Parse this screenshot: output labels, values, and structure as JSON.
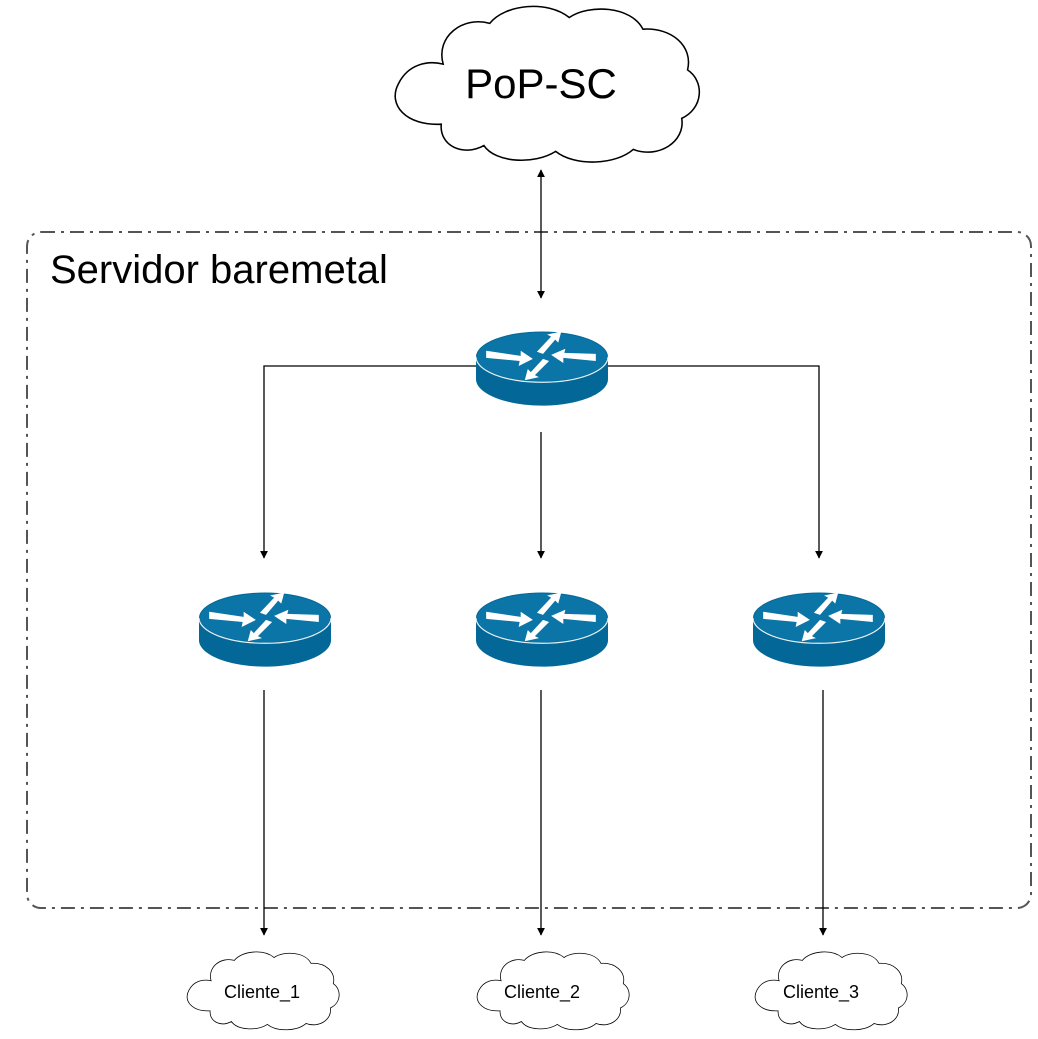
{
  "diagram": {
    "group_label": "Servidor baremetal",
    "top_cloud_label": "PoP-SC",
    "client_clouds": [
      {
        "label": "Cliente_1"
      },
      {
        "label": "Cliente_2"
      },
      {
        "label": "Cliente_3"
      }
    ],
    "colors": {
      "router": "#036897",
      "group_border": "#555555",
      "line": "#000000"
    },
    "icons": {
      "router": "router-icon",
      "cloud": "cloud-icon"
    }
  }
}
